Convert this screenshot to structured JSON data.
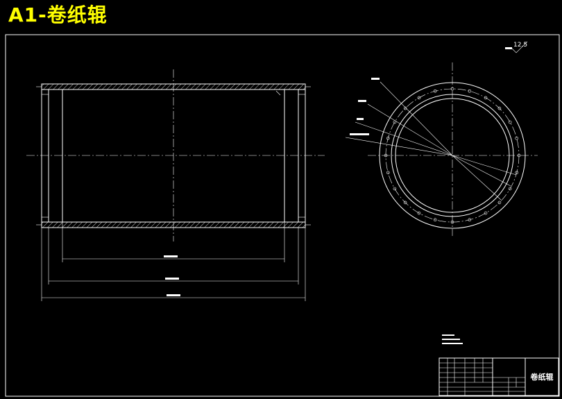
{
  "title": "A1-卷纸辊",
  "surface_roughness": "12.5",
  "title_block_name": "卷纸辊"
}
